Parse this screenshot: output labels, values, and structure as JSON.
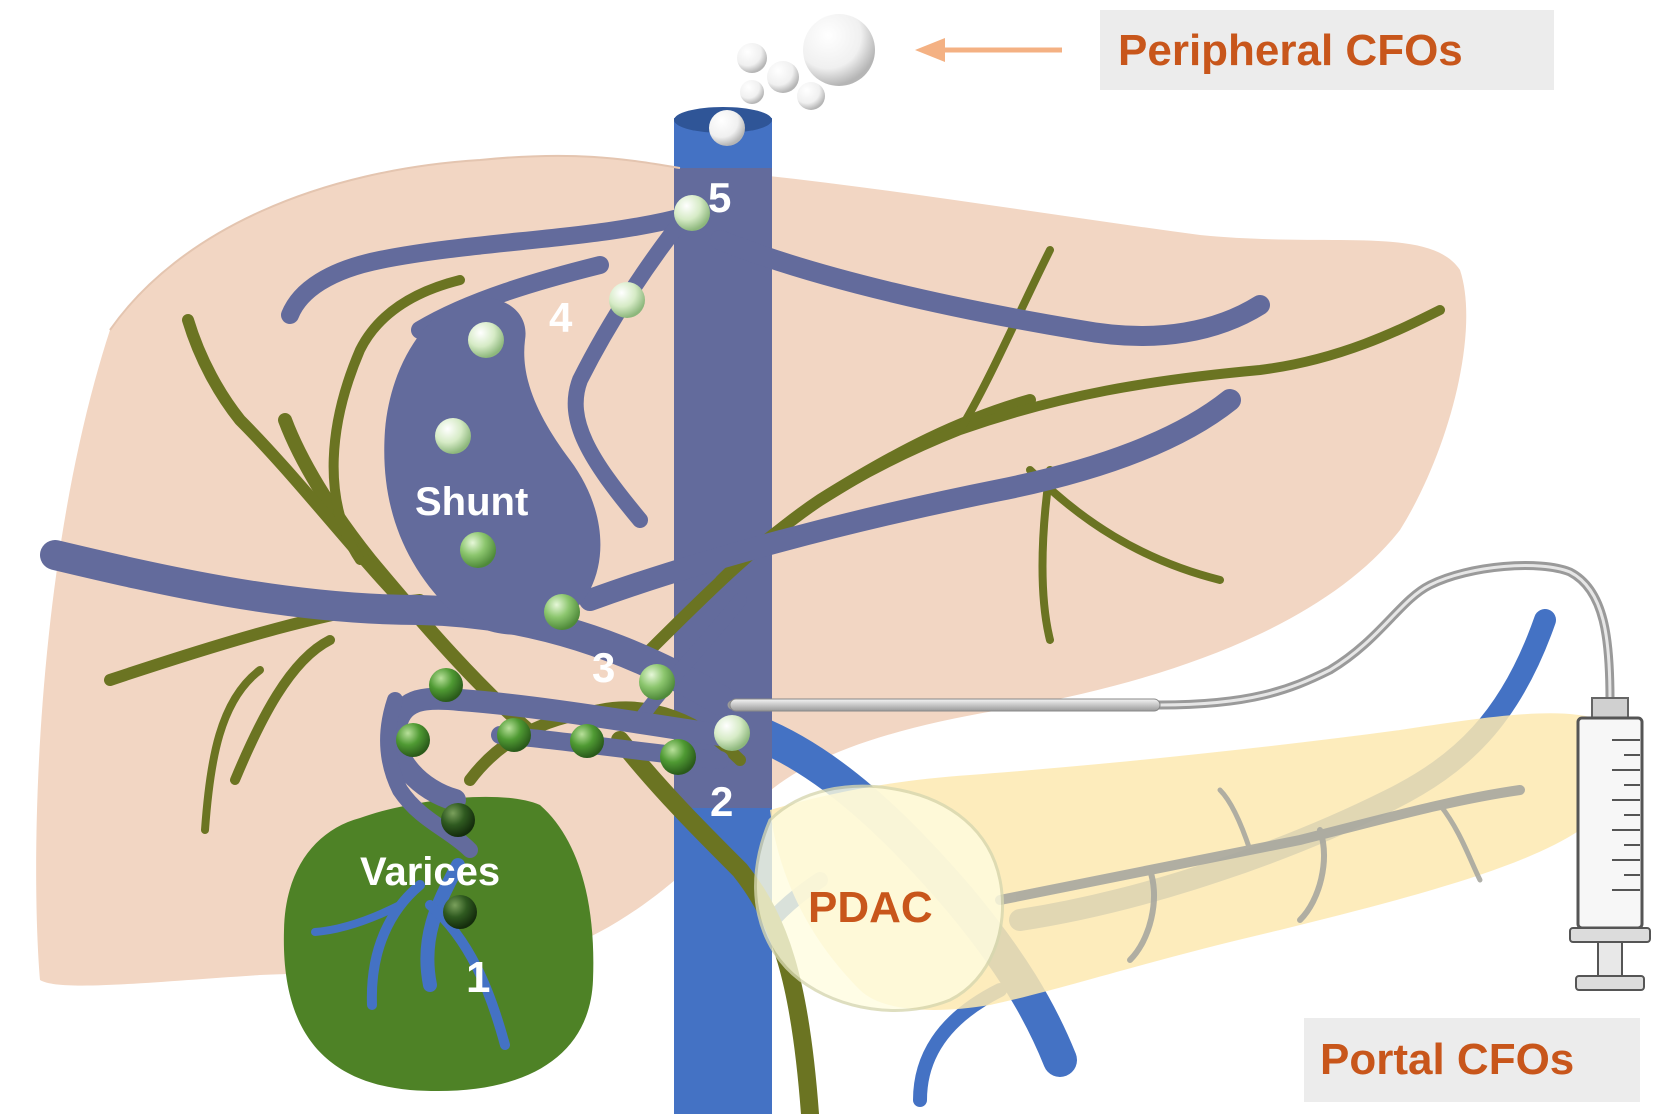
{
  "labels": {
    "peripheral": "Peripheral CFOs",
    "portal": "Portal CFOs",
    "shunt": "Shunt",
    "varices": "Varices",
    "pdac": "PDAC"
  },
  "markers": [
    "1",
    "2",
    "3",
    "4",
    "5"
  ],
  "colors": {
    "liver": "#f2d6c3",
    "hepatic_vein": "#636b9c",
    "portal_vein": "#4472c4",
    "bile_duct": "#6b7422",
    "gallbladder": "#4e8226",
    "pancreas": "#fde9b0",
    "label_text": "#c8561b",
    "label_box": "#ececec",
    "arrow": "#f4b183"
  }
}
